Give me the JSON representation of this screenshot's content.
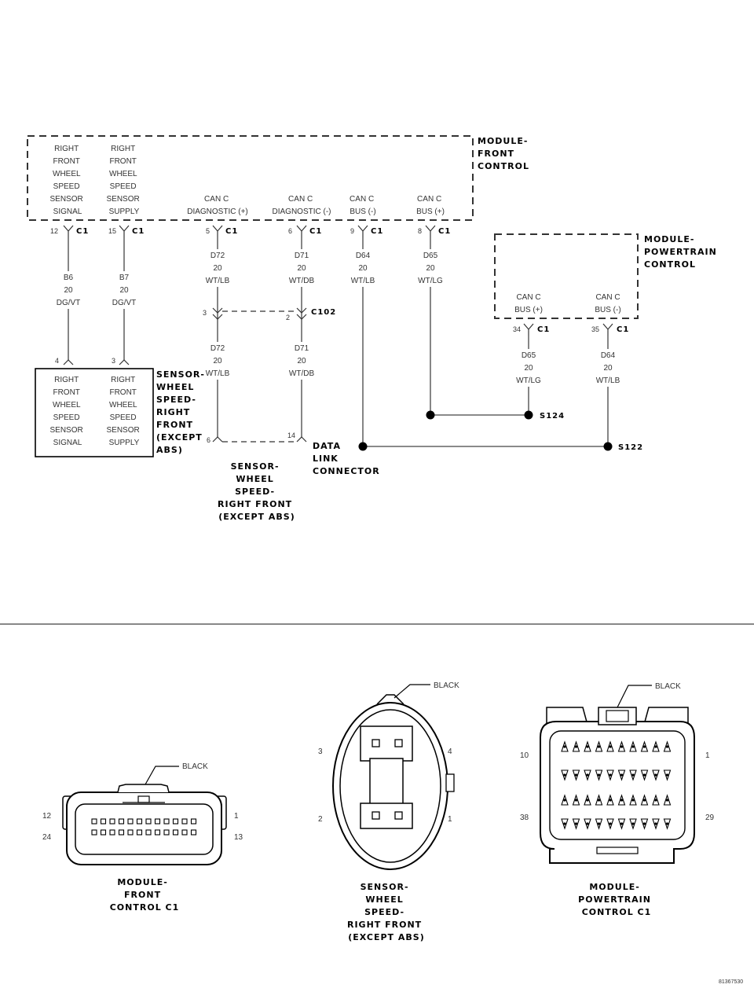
{
  "front_control": {
    "name": [
      "MODULE-",
      "FRONT",
      "CONTROL"
    ],
    "fn1": [
      "RIGHT",
      "FRONT",
      "WHEEL",
      "SPEED",
      "SENSOR",
      "SIGNAL"
    ],
    "fn2": [
      "RIGHT",
      "FRONT",
      "WHEEL",
      "SPEED",
      "SENSOR",
      "SUPPLY"
    ],
    "fn3": [
      "CAN C",
      "DIAGNOSTIC (+)"
    ],
    "fn4": [
      "CAN C",
      "DIAGNOSTIC (-)"
    ],
    "fn5": [
      "CAN C",
      "BUS (-)"
    ],
    "fn6": [
      "CAN C",
      "BUS (+)"
    ],
    "pins": [
      "12",
      "15",
      "5",
      "6",
      "9",
      "8"
    ],
    "conn": "C1"
  },
  "wires": {
    "w1": [
      "B6",
      "20",
      "DG/VT"
    ],
    "w2": [
      "B7",
      "20",
      "DG/VT"
    ],
    "w3": [
      "D72",
      "20",
      "WT/LB"
    ],
    "w4": [
      "D71",
      "20",
      "WT/DB"
    ],
    "w5": [
      "D64",
      "20",
      "WT/LB"
    ],
    "w6": [
      "D65",
      "20",
      "WT/LG"
    ],
    "w7": [
      "D72",
      "20",
      "WT/LB"
    ],
    "w8": [
      "D71",
      "20",
      "WT/DB"
    ],
    "w9": [
      "D65",
      "20",
      "WT/LG"
    ],
    "w10": [
      "D64",
      "20",
      "WT/LB"
    ]
  },
  "c102": {
    "pin_a": "3",
    "pin_b": "2",
    "label": "C102"
  },
  "powertrain": {
    "name": [
      "MODULE-",
      "POWERTRAIN",
      "CONTROL"
    ],
    "fn1": [
      "CAN C",
      "BUS (+)"
    ],
    "fn2": [
      "CAN C",
      "BUS (-)"
    ],
    "pins": [
      "34",
      "35"
    ],
    "conn": "C1"
  },
  "sensor": {
    "fn1": [
      "RIGHT",
      "FRONT",
      "WHEEL",
      "SPEED",
      "SENSOR",
      "SIGNAL"
    ],
    "fn2": [
      "RIGHT",
      "FRONT",
      "WHEEL",
      "SPEED",
      "SENSOR",
      "SUPPLY"
    ],
    "pins": [
      "4",
      "3"
    ],
    "name": [
      "SENSOR-",
      "WHEEL",
      "SPEED-",
      "RIGHT",
      "FRONT",
      "(EXCEPT",
      "ABS)"
    ]
  },
  "dlc": {
    "pins": [
      "6",
      "14"
    ],
    "name": [
      "DATA",
      "LINK",
      "CONNECTOR"
    ],
    "sensor_label": [
      "SENSOR-",
      "WHEEL",
      "SPEED-",
      "RIGHT FRONT",
      "(EXCEPT ABS)"
    ]
  },
  "splices": {
    "s124": "S124",
    "s122": "S122"
  },
  "connectors": {
    "front_control": {
      "color": "BLACK",
      "pins": [
        "12",
        "24",
        "1",
        "13"
      ],
      "name": [
        "MODULE-",
        "FRONT",
        "CONTROL C1"
      ]
    },
    "sensor": {
      "color": "BLACK",
      "pins": [
        "3",
        "2",
        "4",
        "1"
      ],
      "name": [
        "SENSOR-",
        "WHEEL",
        "SPEED-",
        "RIGHT FRONT",
        "(EXCEPT ABS)"
      ]
    },
    "powertrain": {
      "color": "BLACK",
      "pins": [
        "10",
        "38",
        "1",
        "29"
      ],
      "name": [
        "MODULE-",
        "POWERTRAIN",
        "CONTROL C1"
      ]
    }
  },
  "figure_id": "81367530"
}
